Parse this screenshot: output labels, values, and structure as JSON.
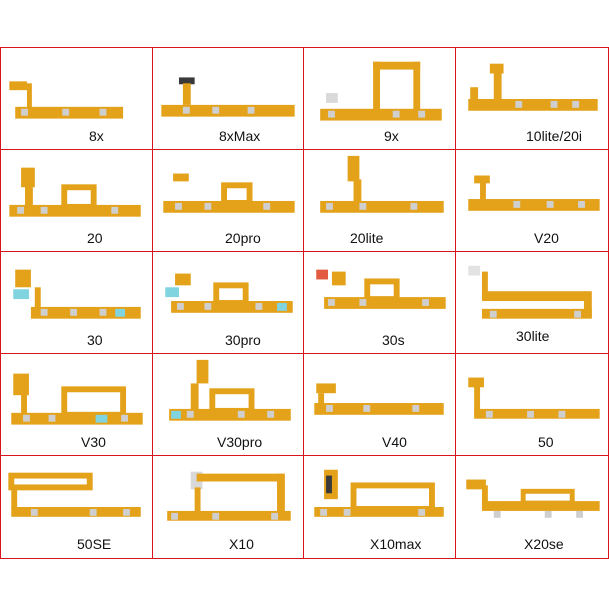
{
  "grid": {
    "border_color": "#d8141c",
    "flex_color": "#e3a21a",
    "flex_dark": "#c98a12",
    "button_color": "#cfcfcf",
    "accent_blue": "#7fd4e0",
    "accent_red": "#e25a40",
    "rows": [
      [
        {
          "label": "8x"
        },
        {
          "label": "8xMax"
        },
        {
          "label": "9x"
        },
        {
          "label": "10lite/20i"
        }
      ],
      [
        {
          "label": "20"
        },
        {
          "label": "20pro"
        },
        {
          "label": "20lite"
        },
        {
          "label": "V20"
        }
      ],
      [
        {
          "label": "30"
        },
        {
          "label": "30pro"
        },
        {
          "label": "30s"
        },
        {
          "label": "30lite"
        }
      ],
      [
        {
          "label": "V30"
        },
        {
          "label": "V30pro"
        },
        {
          "label": "V40"
        },
        {
          "label": "50"
        }
      ],
      [
        {
          "label": "50SE"
        },
        {
          "label": "X10"
        },
        {
          "label": "X10max"
        },
        {
          "label": "X20se"
        }
      ]
    ]
  }
}
